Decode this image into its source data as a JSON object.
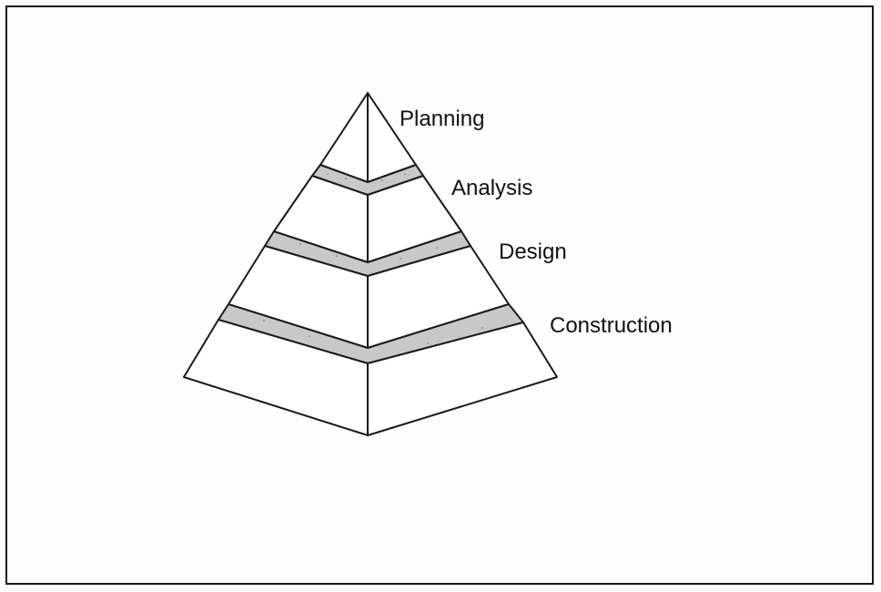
{
  "diagram": {
    "tiers": [
      {
        "label": "Planning"
      },
      {
        "label": "Analysis"
      },
      {
        "label": "Design"
      },
      {
        "label": "Construction"
      }
    ],
    "colors": {
      "outline": "#1a1a1a",
      "face": "#ffffff",
      "band": "#c8c8c8"
    }
  }
}
